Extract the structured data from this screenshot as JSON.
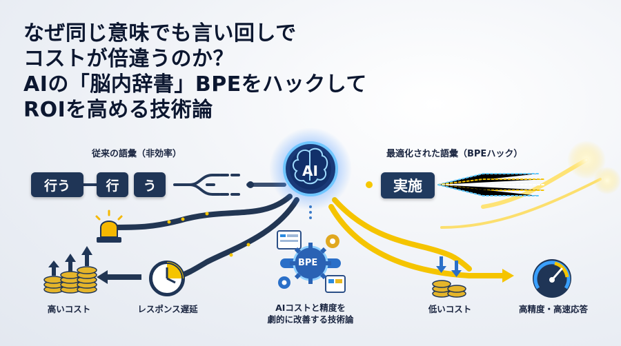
{
  "title_lines": [
    "なぜ同じ意味でも言い回しで",
    "コストが倍違うのか？",
    "AIの「脳内辞書」BPEをハックして",
    "ROIを高める技術論"
  ],
  "left_panel": {
    "heading": "従来の語彙（非効率）",
    "tokens": [
      "行う",
      "行",
      "う"
    ]
  },
  "right_panel": {
    "heading": "最適化された語彙（BPEハック）",
    "token": "実施"
  },
  "center": {
    "ai_label": "AI",
    "bpe_label": "BPE",
    "caption_line1": "AIコストと精度を",
    "caption_line2": "劇的に改善する技術論"
  },
  "outcomes": {
    "high_cost": "高いコスト",
    "slow_response": "レスポンス遅延",
    "low_cost": "低いコスト",
    "accuracy_speed": "高精度・高速応答"
  },
  "colors": {
    "navy": "#1f3556",
    "accent_yellow": "#f5c400",
    "glow_blue": "#3aa0ff",
    "coin_gold": "#e5b52a"
  }
}
